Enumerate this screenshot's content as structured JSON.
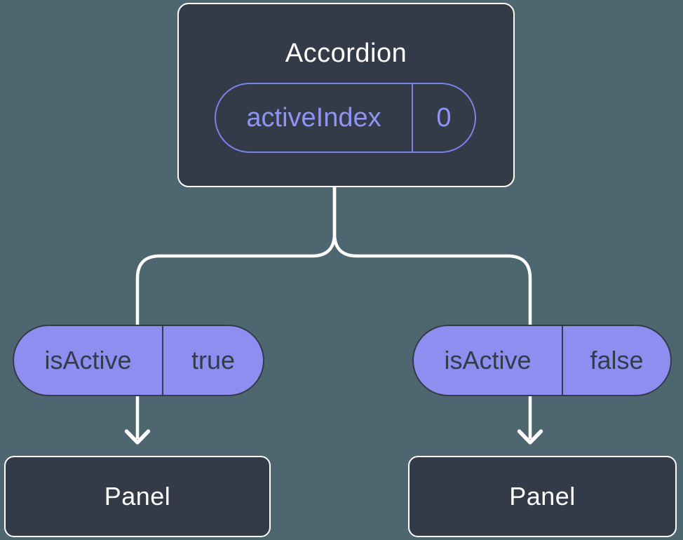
{
  "colors": {
    "background": "#4d6670",
    "node_fill": "#343b48",
    "node_border": "#ffffff",
    "node_text": "#ffffff",
    "pill_fill": "#8d8ef0",
    "pill_dark": "#343b48",
    "state_pill_outline": "#7d82e8",
    "state_pill_text": "#8f93f2",
    "connector": "#ffffff"
  },
  "tree": {
    "root": {
      "title": "Accordion",
      "state": {
        "name": "activeIndex",
        "value": "0"
      }
    },
    "children": [
      {
        "prop": {
          "name": "isActive",
          "value": "true"
        },
        "title": "Panel"
      },
      {
        "prop": {
          "name": "isActive",
          "value": "false"
        },
        "title": "Panel"
      }
    ]
  }
}
